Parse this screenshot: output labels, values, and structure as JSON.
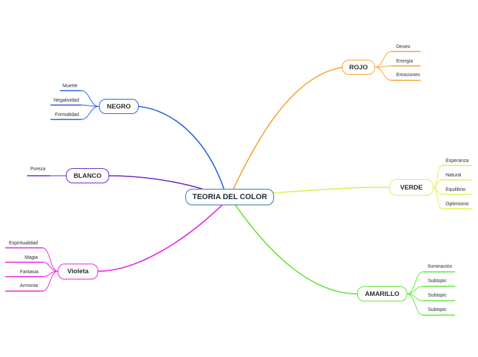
{
  "central": {
    "label": "TEORIA DEL COLOR"
  },
  "branches": [
    {
      "id": "rojo",
      "label": "ROJO",
      "color": "#f7a12a",
      "subtopics": [
        "Deseo",
        "Energia",
        "Emociones"
      ]
    },
    {
      "id": "verde",
      "label": "VERDE",
      "color": "#e3ed4f",
      "subtopics": [
        "Esperanza",
        "Natural",
        "Equilibrio",
        "Optimismo"
      ]
    },
    {
      "id": "amarillo",
      "label": "AMARILLO",
      "color": "#5ce62e",
      "subtopics": [
        "Iluminación",
        "Subtopic",
        "Subtopic",
        "Subtopic"
      ]
    },
    {
      "id": "violeta",
      "label": "Violeta",
      "color": "#e81ee0",
      "subtopics": [
        "Espiritualidad",
        "Magia",
        "Fantasia",
        "Armonia"
      ]
    },
    {
      "id": "blanco",
      "label": "BLANCO",
      "color": "#6622cc",
      "subtopics": [
        "Pureza"
      ]
    },
    {
      "id": "negro",
      "label": "NEGRO",
      "color": "#1f5fe0",
      "subtopics": [
        "Muerte",
        "Negatividad",
        "Formalidad"
      ]
    }
  ]
}
